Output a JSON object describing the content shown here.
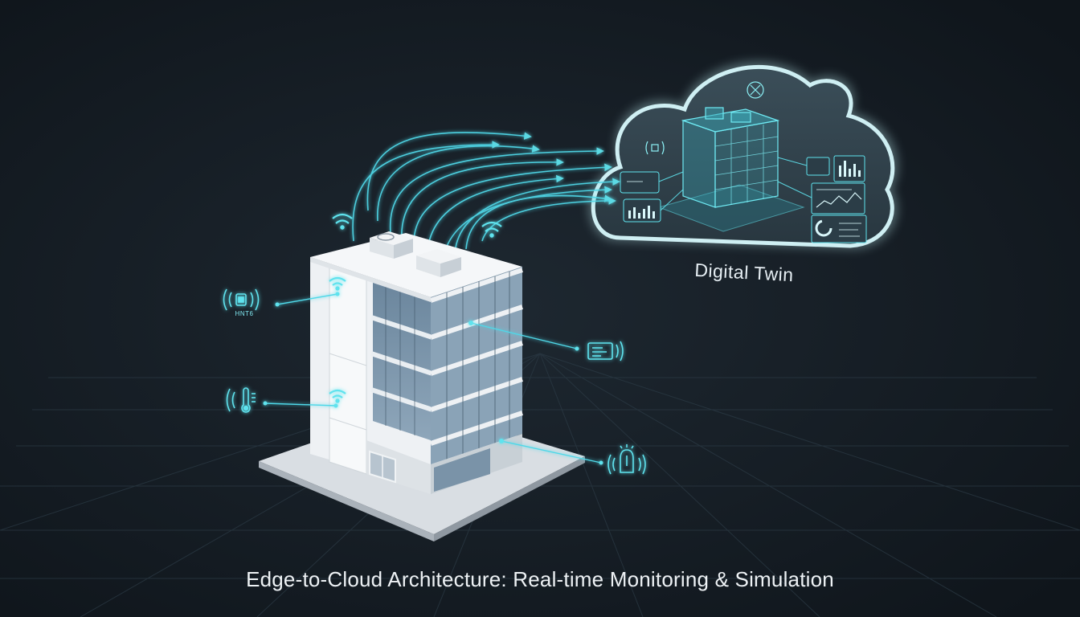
{
  "diagram": {
    "cloud_label": "Digital Twin",
    "caption": "Edge-to-Cloud Architecture: Real-time Monitoring & Simulation",
    "sensor_small_label": "HNT6"
  },
  "colors": {
    "background": "#141b22",
    "accent": "#38d6e6",
    "building": "#eef1f4",
    "glass": "#7b95ab",
    "cloud_edge": "#bfeef2"
  },
  "icons": [
    "wifi-icon",
    "motion-sensor-icon",
    "thermometer-icon",
    "meter-sensor-icon",
    "alarm-sensor-icon",
    "rooftop-unit-icon",
    "hologram-building-icon",
    "bar-chart-icon",
    "gauge-icon"
  ]
}
